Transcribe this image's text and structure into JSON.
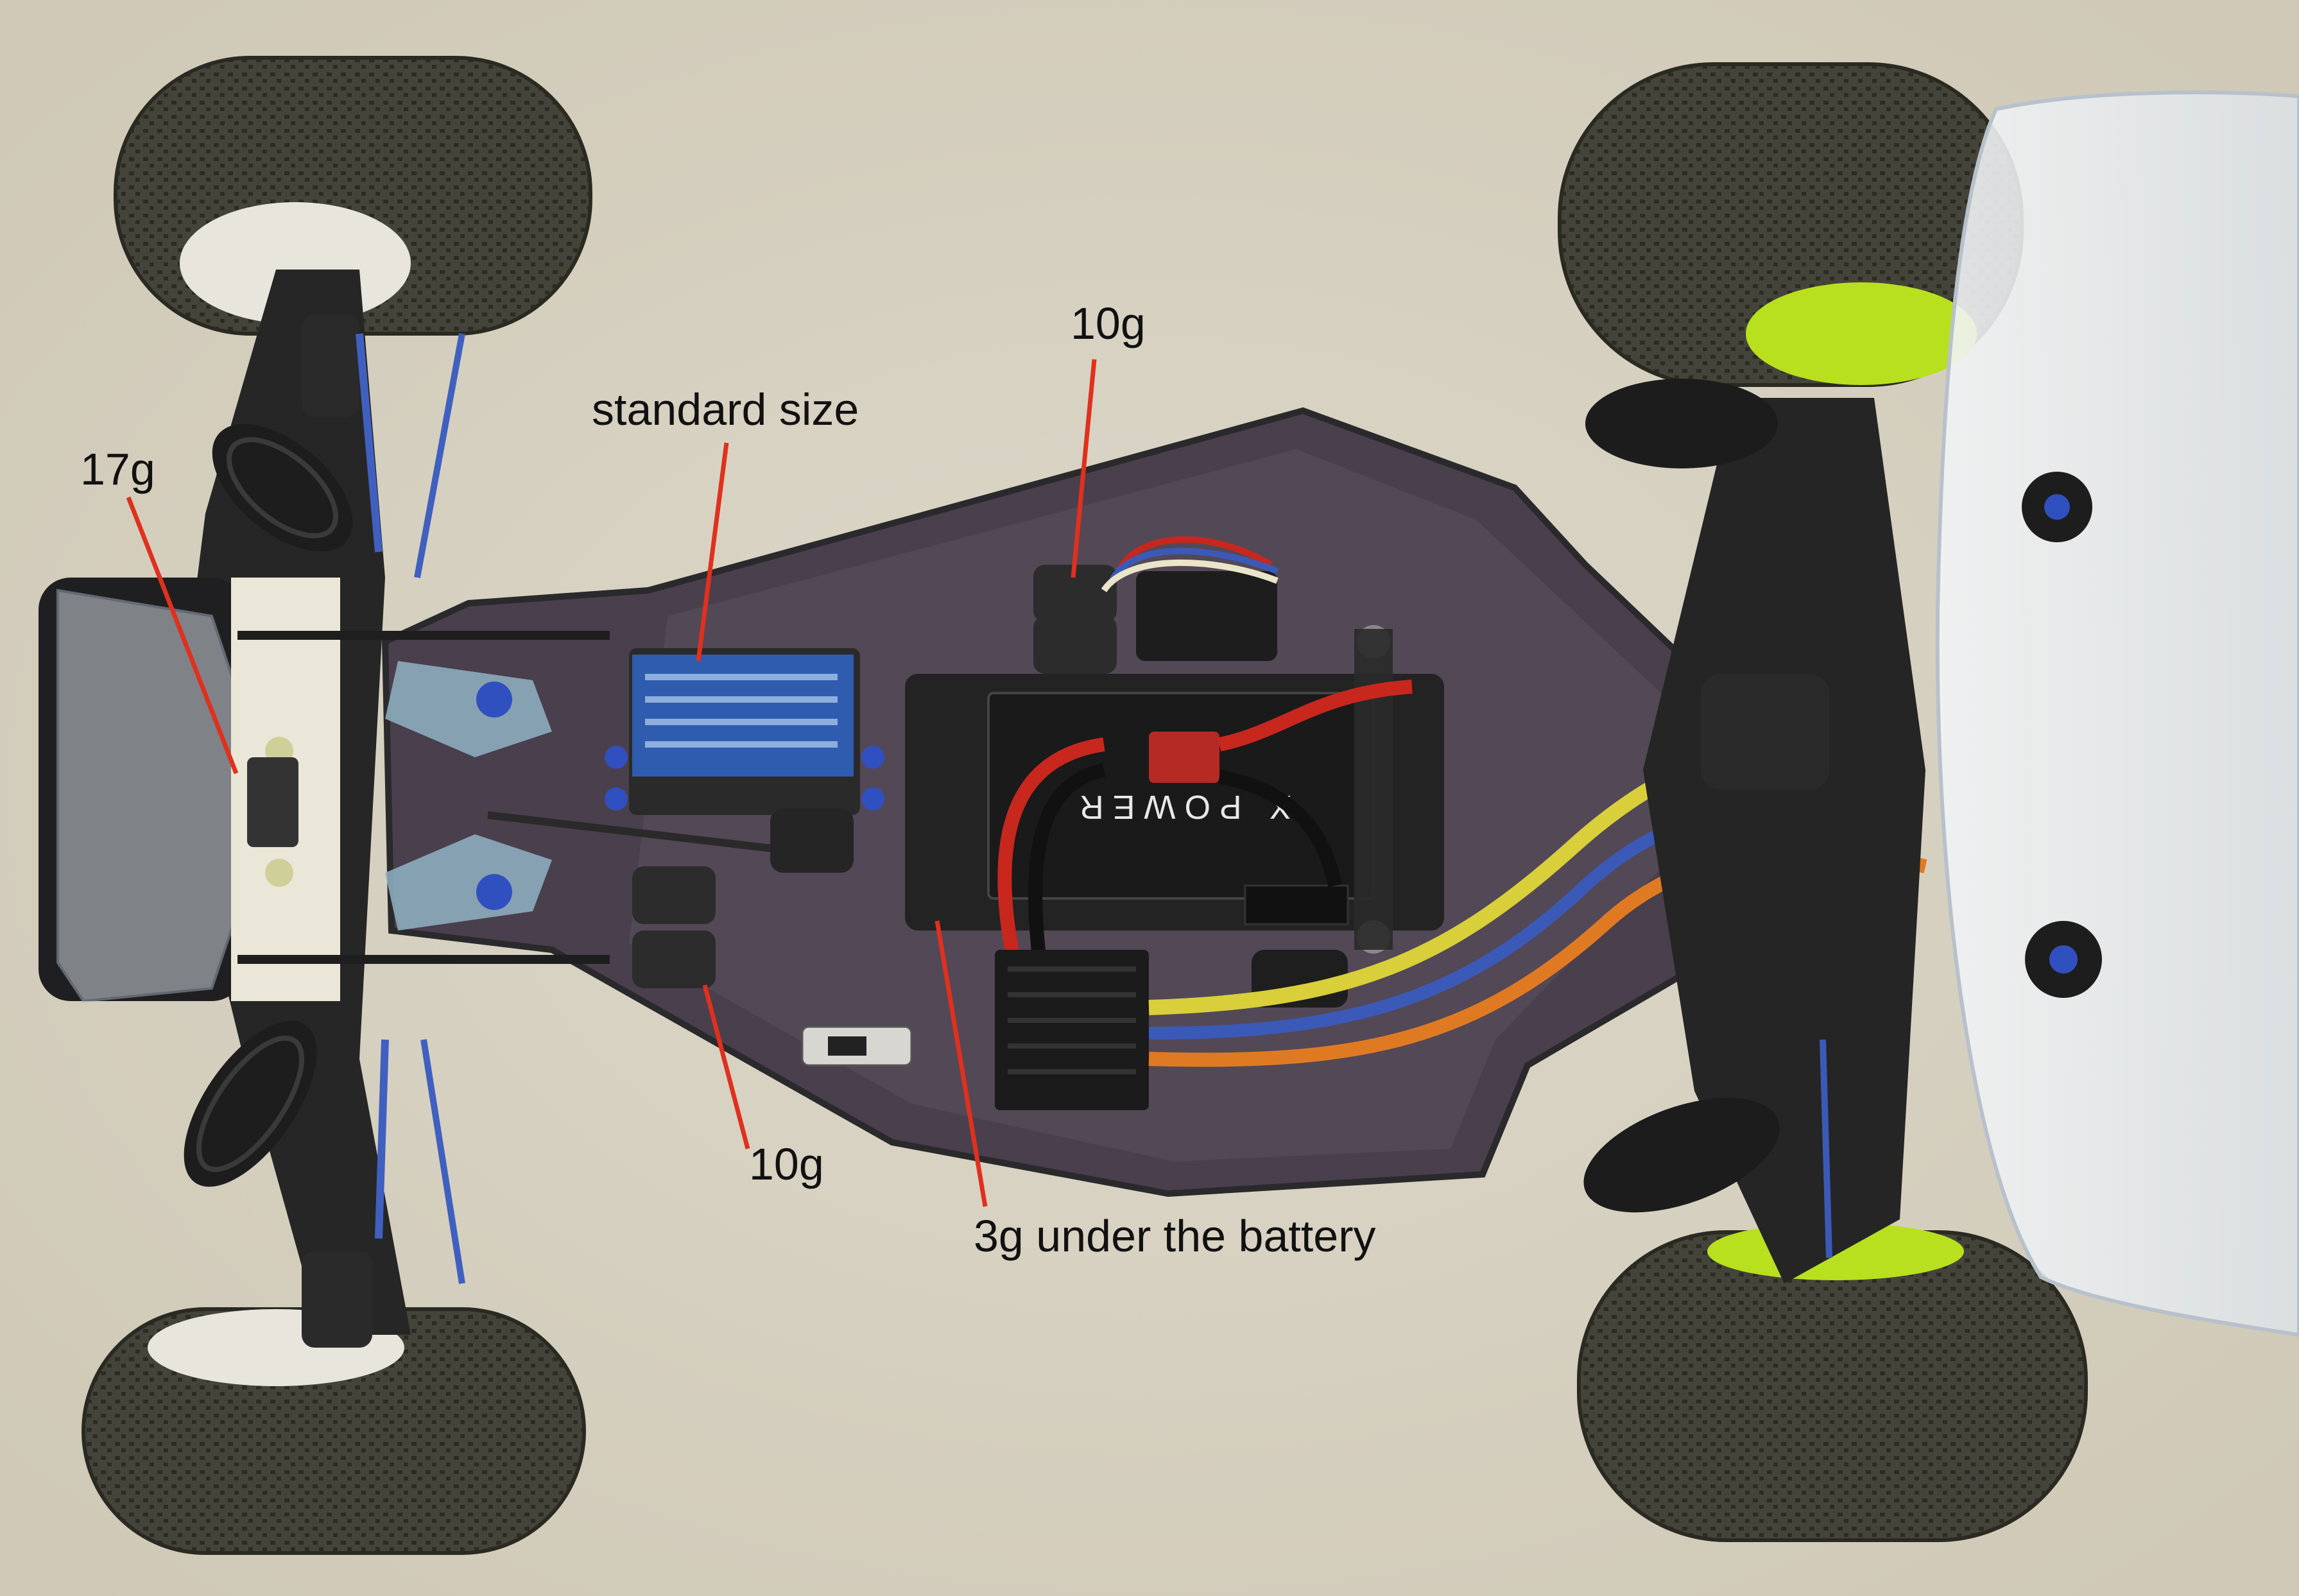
{
  "colors": {
    "floor": "#d9d3c4",
    "chassis_plate": "#4a3f4c",
    "tire": "#3f3f34",
    "body_shell": "#e9edf0",
    "annotation_line": "#e0301e",
    "battery": "#232323",
    "wire_red": "#c8271e",
    "wire_yellow": "#d8cf3a",
    "wire_blue": "#3b5ab8",
    "wire_orange": "#e07a22",
    "wheel_accent": "#b8e01e"
  },
  "annotations": {
    "front_weight": "17g",
    "servo": "standard size",
    "top_weight": "10g",
    "bottom_weight": "10g",
    "battery_weight": "3g under the battery"
  },
  "battery_label": "X POWER"
}
